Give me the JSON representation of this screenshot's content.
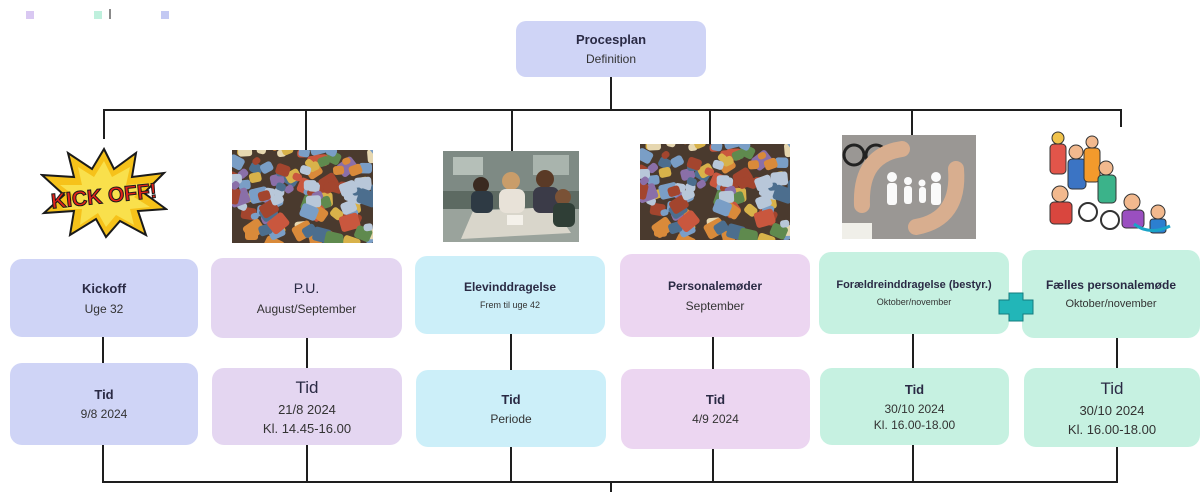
{
  "colors": {
    "blue": "#cfd4f6",
    "lilac": "#e4d6f1",
    "cyan": "#cceff9",
    "pink": "#ecd6f1",
    "mint": "#c6f1e1",
    "plus": "#22b6b8",
    "line": "#1e1e1e"
  },
  "root": {
    "title": "Procesplan",
    "subtitle": "Definition"
  },
  "kickoff_art_text": "KICK OFF!",
  "nodes": [
    {
      "title": "Kickoff",
      "subtitle": "Uge 32",
      "image": "kickoff-burst",
      "tid_title": "Tid",
      "tid_lines": [
        "9/8 2024"
      ]
    },
    {
      "title": "P.U.",
      "subtitle": "August/September",
      "image": "puzzle-pieces",
      "tid_title": "Tid",
      "tid_lines": [
        "21/8 2024",
        "Kl. 14.45-16.00"
      ]
    },
    {
      "title": "Elevinddragelse",
      "subtitle": "Frem til uge 42",
      "image": "students-classroom",
      "tid_title": "Tid",
      "tid_lines": [
        "Periode"
      ]
    },
    {
      "title": "Personalemøder",
      "subtitle": "September",
      "image": "puzzle-pieces",
      "tid_title": "Tid",
      "tid_lines": [
        "4/9 2024"
      ]
    },
    {
      "title": "Forældreinddragelse (bestyr.)",
      "subtitle": "Oktober/november",
      "image": "family-hands",
      "tid_title": "Tid",
      "tid_lines": [
        "30/10 2024",
        "Kl. 16.00-18.00"
      ]
    },
    {
      "title": "Fælles personalemøde",
      "subtitle": "Oktober/november",
      "image": "cartoon-people",
      "tid_title": "Tid",
      "tid_lines": [
        "30/10 2024",
        "Kl. 16.00-18.00"
      ]
    }
  ],
  "plus_icon": "plus-icon"
}
